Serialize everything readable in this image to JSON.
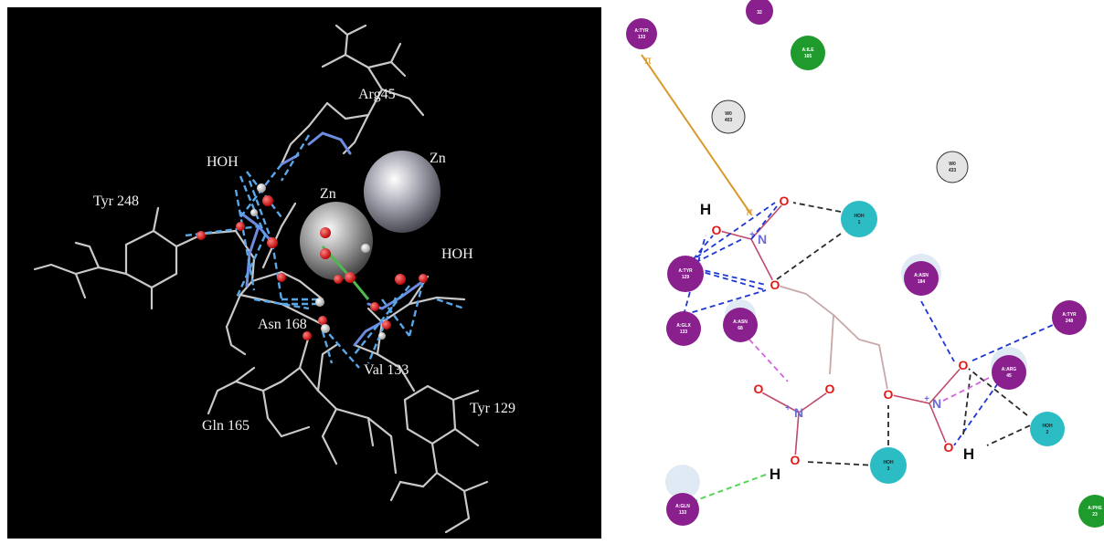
{
  "left_labels": {
    "arg45": "Arg45",
    "hoh_top": "HOH",
    "zn_right": "Zn",
    "zn_center": "Zn",
    "tyr248": "Tyr 248",
    "hoh_right": "HOH",
    "asn168": "Asn 168",
    "val133": "Val 133",
    "tyr129": "Tyr 129",
    "gln165": "Gln 165"
  },
  "residues": [
    {
      "key": "res_tyr133",
      "line1": "A:TYR",
      "line2": "133",
      "kind": "purple"
    },
    {
      "key": "res_top32",
      "line1": "",
      "line2": "32",
      "kind": "purple"
    },
    {
      "key": "res_ile165",
      "line1": "A:ILE",
      "line2": "165",
      "kind": "green"
    },
    {
      "key": "res_w403",
      "line1": "W0",
      "line2": "403",
      "kind": "gray"
    },
    {
      "key": "res_w433",
      "line1": "W0",
      "line2": "433",
      "kind": "gray"
    },
    {
      "key": "res_hoh1",
      "line1": "HOH",
      "line2": "1",
      "kind": "teal"
    },
    {
      "key": "res_tyr129",
      "line1": "A:TYR",
      "line2": "129",
      "kind": "purple"
    },
    {
      "key": "res_glx133",
      "line1": "A:GLX",
      "line2": "133",
      "kind": "purple"
    },
    {
      "key": "res_asn68",
      "line1": "A:ASN",
      "line2": "68",
      "kind": "purple"
    },
    {
      "key": "res_asn184",
      "line1": "A:ASN",
      "line2": "184",
      "kind": "purple"
    },
    {
      "key": "res_tyr248",
      "line1": "A:TYR",
      "line2": "248",
      "kind": "purple"
    },
    {
      "key": "res_arg45",
      "line1": "A:ARG",
      "line2": "45",
      "kind": "purple"
    },
    {
      "key": "res_hoh2",
      "line1": "HOH",
      "line2": "2",
      "kind": "teal"
    },
    {
      "key": "res_hoh3",
      "line1": "HOH",
      "line2": "3",
      "kind": "teal"
    },
    {
      "key": "res_gln133",
      "line1": "A:GLN",
      "line2": "133",
      "kind": "purple"
    },
    {
      "key": "res_phe23",
      "line1": "A:PHE",
      "line2": "23",
      "kind": "green"
    }
  ],
  "atoms": {
    "oxygen": "O",
    "nitrogen": "N",
    "plus": "+",
    "hydrogen": "H"
  },
  "colors": {
    "purple": "#8a1f8e",
    "green": "#1f9a2c",
    "teal": "#2bbcc4",
    "gray": "#e4e4e4",
    "oxygen": "#e11919",
    "nitrogen": "#6b6bd8",
    "hbond_blue": "#1f37d6",
    "water_black": "#2a2a2a",
    "pink": "#d563e0",
    "green_dash": "#55d655",
    "orange": "#d89a2b"
  }
}
